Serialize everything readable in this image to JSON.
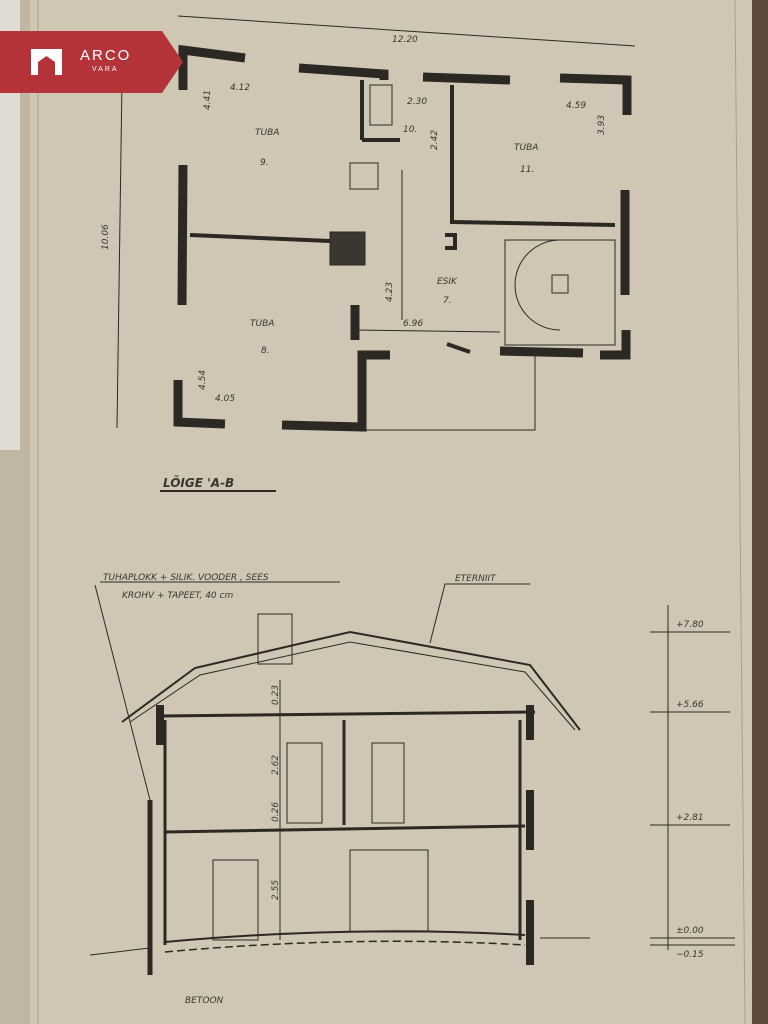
{
  "brand": {
    "name": "ARCO",
    "sub": "VARA",
    "color": "#b5343a"
  },
  "plan": {
    "overall_width": "12.20",
    "overall_depth": "10.06",
    "rooms": [
      {
        "name": "TUBA",
        "num": "9.",
        "w": "4.12",
        "d": "4.41"
      },
      {
        "name": "",
        "num": "10.",
        "w": "2.30",
        "d": "2.42"
      },
      {
        "name": "TUBA",
        "num": "11.",
        "w": "4.59",
        "d": "3.93"
      },
      {
        "name": "TUBA",
        "num": "8.",
        "w": "4.05",
        "d": "4.54"
      },
      {
        "name": "ESIK",
        "num": "7.",
        "w": "6.96",
        "d": "4.23"
      }
    ]
  },
  "section": {
    "title": "LÕIGE 'A-B",
    "note_line1": "TUHAPLOKK + SILIK. VOODER , SEES",
    "note_line2": "KROHV + TAPEET, 40 cm",
    "roof_note": "ETERNIIT",
    "base_note": "BETOON",
    "heights": [
      "0.23",
      "2.62",
      "0.26",
      "2.55"
    ],
    "levels": [
      "+7.80",
      "+5.66",
      "+2.81",
      "±0.00",
      "−0.15"
    ]
  }
}
